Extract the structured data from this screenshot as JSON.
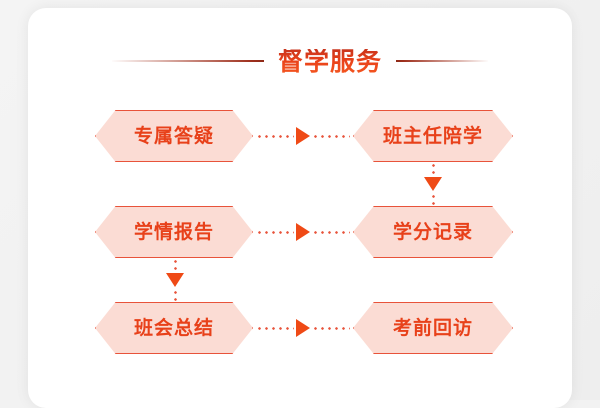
{
  "page": {
    "background_color": "#f1f1f1",
    "card_color": "#ffffff"
  },
  "header": {
    "title": "督学服务",
    "title_color": "#e8411a",
    "rule_color": "#9e2f1c"
  },
  "theme": {
    "node_fill": "#fbdcd4",
    "node_border": "#e8533a",
    "node_text": "#e8411a",
    "arrow_color": "#ef4a16",
    "dot_color": "#e8533a"
  },
  "flow": {
    "nodes": [
      {
        "id": "exclusive-qa",
        "label": "专属答疑",
        "row": 1,
        "column": "left"
      },
      {
        "id": "headteacher-study",
        "label": "班主任陪学",
        "row": 1,
        "column": "right"
      },
      {
        "id": "study-report",
        "label": "学情报告",
        "row": 2,
        "column": "left"
      },
      {
        "id": "credit-record",
        "label": "学分记录",
        "row": 2,
        "column": "right"
      },
      {
        "id": "class-summary",
        "label": "班会总结",
        "row": 3,
        "column": "left"
      },
      {
        "id": "pre-exam-revisit",
        "label": "考前回访",
        "row": 3,
        "column": "right"
      }
    ],
    "connectors": [
      {
        "id": "conn-1",
        "from": "exclusive-qa",
        "to": "headteacher-study",
        "direction": "right"
      },
      {
        "id": "conn-2",
        "from": "headteacher-study",
        "to": "credit-record",
        "direction": "down"
      },
      {
        "id": "conn-3",
        "from": "study-report",
        "to": "credit-record",
        "direction": "right"
      },
      {
        "id": "conn-4",
        "from": "study-report",
        "to": "class-summary",
        "direction": "down"
      },
      {
        "id": "conn-5",
        "from": "class-summary",
        "to": "pre-exam-revisit",
        "direction": "right"
      }
    ]
  }
}
